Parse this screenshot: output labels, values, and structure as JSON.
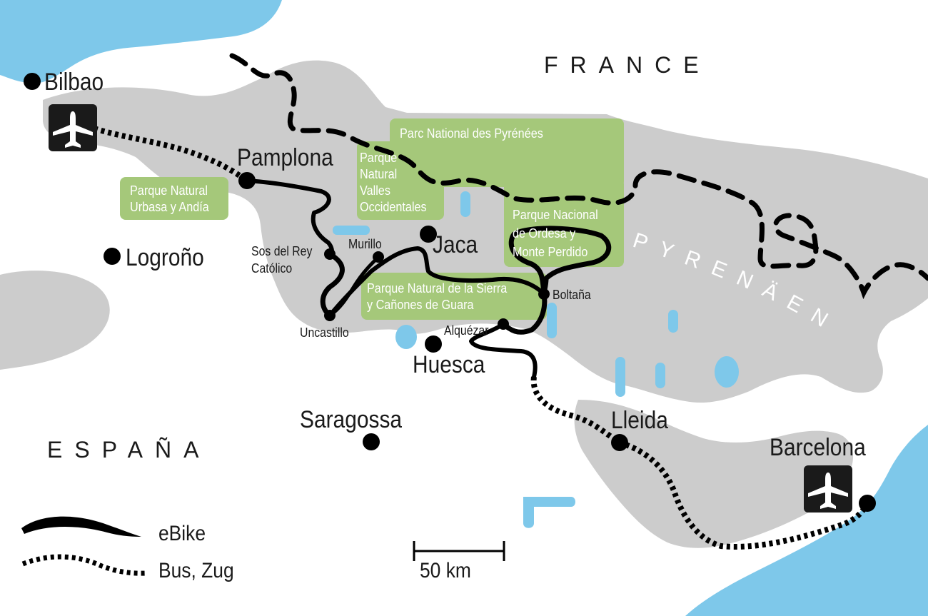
{
  "colors": {
    "sea": "#7ec8ea",
    "land": "#cccccc",
    "park": "#a5c87a",
    "lake": "#7ec8ea",
    "route": "#000000",
    "text": "#1a1a1a",
    "park_text": "#ffffff"
  },
  "countries": {
    "france": "FRANCE",
    "spain": "ESPAÑA"
  },
  "mountains": "PYRENÄEN",
  "cities": {
    "bilbao": "Bilbao",
    "pamplona": "Pamplona",
    "logrono": "Logroño",
    "jaca": "Jaca",
    "huesca": "Huesca",
    "saragossa": "Saragossa",
    "lleida": "Lleida",
    "barcelona": "Barcelona",
    "sos_line1": "Sos del Rey",
    "sos_line2": "Católico",
    "murillo": "Murillo",
    "uncastillo": "Uncastillo",
    "boltana": "Boltaña",
    "alquezar": "Alquézar"
  },
  "parks": {
    "urbasa": [
      "Parque Natural",
      "Urbasa y Andía"
    ],
    "pyrenees": [
      "Parc National des Pyrénées"
    ],
    "valles": [
      "Parque",
      "Natural",
      "Valles",
      "Occidentales"
    ],
    "ordesa": [
      "Parque Nacional",
      "de Ordesa y",
      "Monte Perdido"
    ],
    "guara": [
      "Parque Natural de la Sierra",
      "y Cañones de Guara"
    ]
  },
  "icons": {
    "airport_bilbao": "airplane-icon",
    "airport_barcelona": "airplane-icon"
  },
  "legend": {
    "ebike": "eBike",
    "bus": "Bus, Zug"
  },
  "scale_bar": {
    "label": "50 km"
  }
}
